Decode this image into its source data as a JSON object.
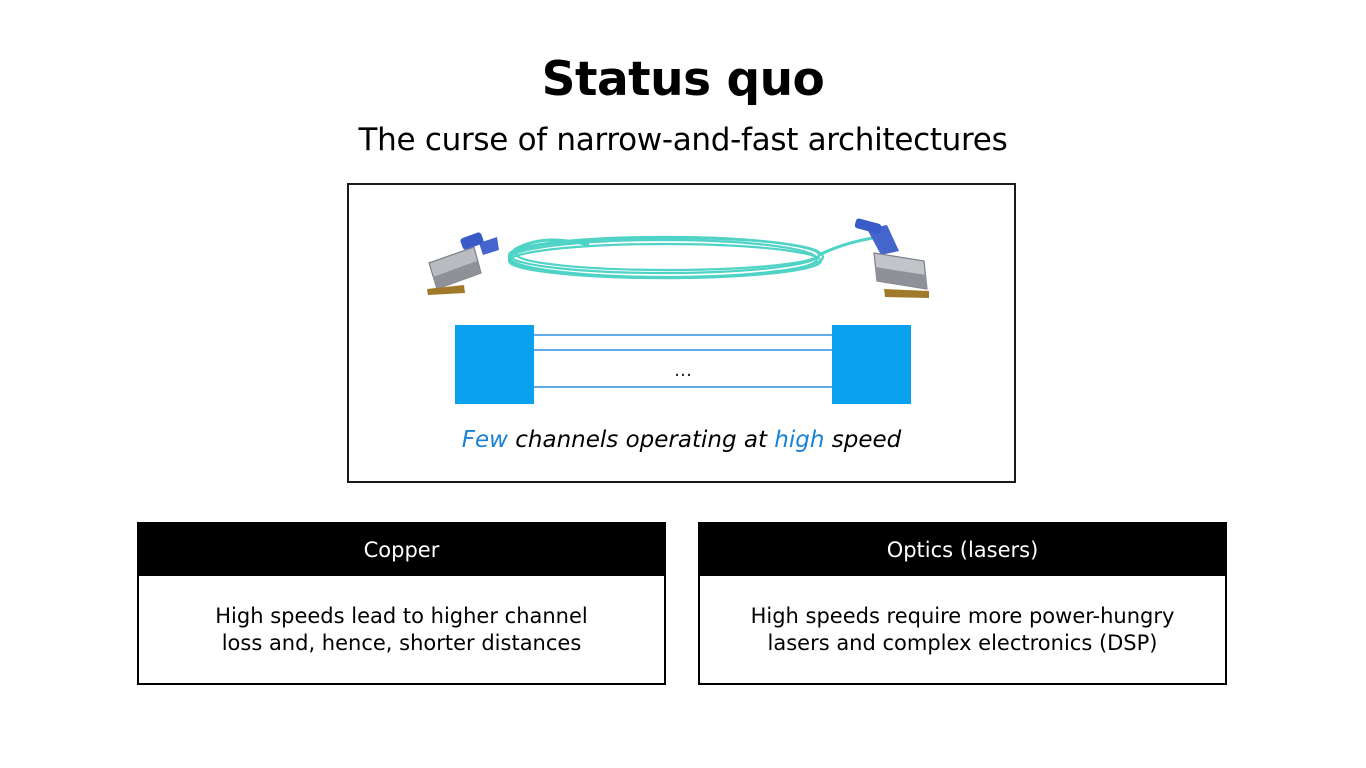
{
  "slide": {
    "title": "Status quo",
    "subtitle": "The curse of narrow-and-fast architectures"
  },
  "diagram": {
    "caption_parts": [
      "Few",
      " channels operating at ",
      "high",
      " speed"
    ],
    "ellipsis": "…",
    "cable_image": "active optical cable with two connectors",
    "accent_color": "#1a82d6",
    "block_color": "#0aa2ee",
    "line_color": "#2d8fe0",
    "cable_color": "#4fd3c6"
  },
  "cards": [
    {
      "header": "Copper",
      "lines": [
        "High speeds lead to higher channel",
        "loss and, hence, shorter distances"
      ]
    },
    {
      "header": "Optics (lasers)",
      "lines": [
        "High speeds require more power-hungry",
        "lasers and complex electronics (DSP)"
      ]
    }
  ]
}
